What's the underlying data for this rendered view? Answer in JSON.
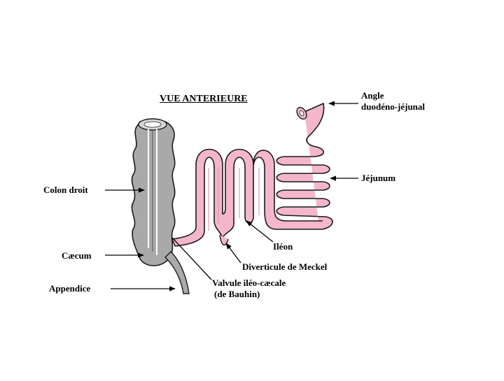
{
  "title": "VUE ANTERIEURE",
  "labels": {
    "angle_line1": "Angle",
    "angle_line2": "duodéno-jéjunal",
    "jejunum": "Jéjunum",
    "colon_droit": "Colon droit",
    "ileon": "Iléon",
    "caecum": "Cæcum",
    "diverticule": "Diverticule de Meckel",
    "appendice": "Appendice",
    "valvule_line1": "Valvule iléo-cæcale",
    "valvule_line2": "(de Bauhin)"
  },
  "colors": {
    "intestine_pink": "#f4b6cc",
    "colon_grey": "#a9a9a9",
    "outline": "#1a1a1a",
    "background": "#ffffff"
  }
}
